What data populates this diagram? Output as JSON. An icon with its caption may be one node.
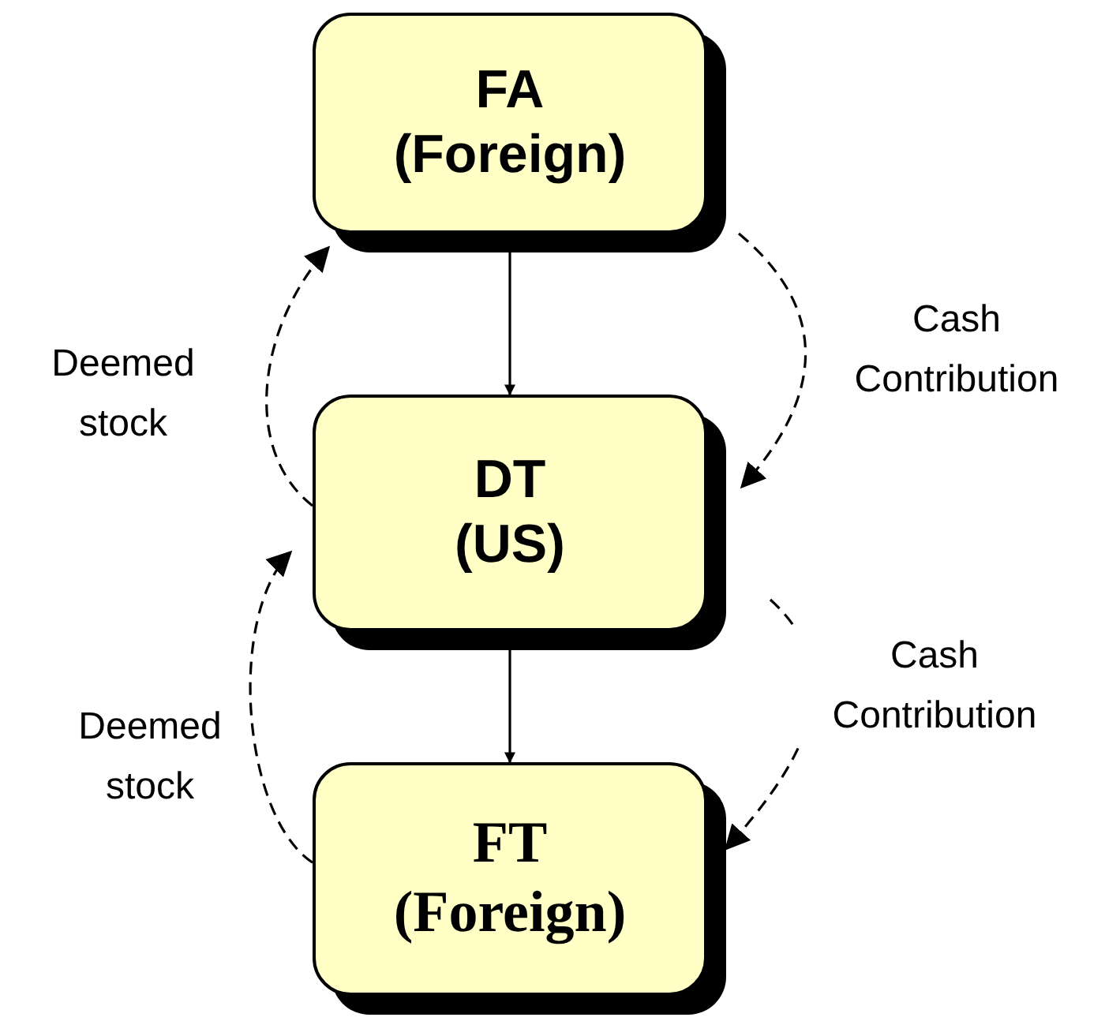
{
  "diagram": {
    "nodes": [
      {
        "text": [
          "FA (Foreign)"
        ]
      },
      {
        "text": [
          "DT (US)"
        ]
      },
      {
        "text": [
          "FT (Foreign)"
        ]
      }
    ],
    "edges": [
      {
        "from": 0,
        "to": 1,
        "arrow": "to"
      },
      {
        "from": 1,
        "to": 0,
        "arrow": "to",
        "style": "dashed",
        "label": "Deemed stock"
      },
      {
        "from": 0,
        "to": 1,
        "arrow": "to",
        "style": "dashed",
        "label": "Cash Contribution"
      },
      {
        "from": 1,
        "to": 2,
        "arrow": "to"
      },
      {
        "from": 2,
        "to": 1,
        "arrow": "to",
        "style": "dashed",
        "label": "Deemed stock"
      },
      {
        "from": 1,
        "to": 2,
        "arrow": "to",
        "style": "dashed",
        "label": "Cash Contribution"
      }
    ]
  }
}
